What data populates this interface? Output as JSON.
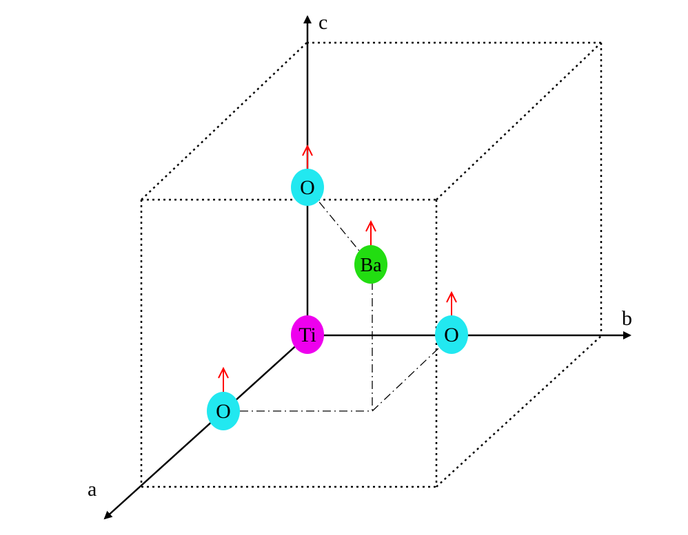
{
  "axes": {
    "a": "a",
    "b": "b",
    "c": "c"
  },
  "atoms": {
    "ti": "Ti",
    "ba": "Ba",
    "o_top": "O",
    "o_right": "O",
    "o_front": "O"
  },
  "colors": {
    "ti": "#ee00ee",
    "ba": "#22dd11",
    "oxygen": "#22e8f0",
    "displacement_arrow": "#ff0000",
    "lines": "#000000"
  }
}
